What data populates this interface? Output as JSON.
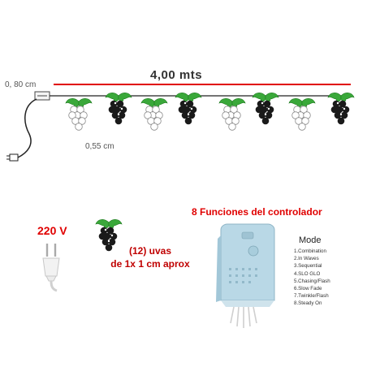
{
  "string": {
    "length_label": "4,00 mts",
    "lead_label": "0, 80 cm",
    "spacing_label": "0,55 cm"
  },
  "plug": {
    "voltage_label": "220 V"
  },
  "grapes": {
    "count_line1": "(12) uvas",
    "count_line2": "de 1x 1 cm aprox"
  },
  "controller": {
    "title": "8 Funciones del controlador",
    "mode_heading": "Mode",
    "modes": [
      "1.Combination",
      "2.In Waves",
      "3.Sequential",
      "4.SLO GLO",
      "5.Chasing/Flash",
      "6.Slow Fade",
      "7.Twinkle/Flash",
      "8.Steady On"
    ]
  },
  "colors": {
    "length_line": "#e00000",
    "leaf": "#3aa83a",
    "grape_dark": "#1a1a1a",
    "controller_body": "#b9d8e6"
  }
}
